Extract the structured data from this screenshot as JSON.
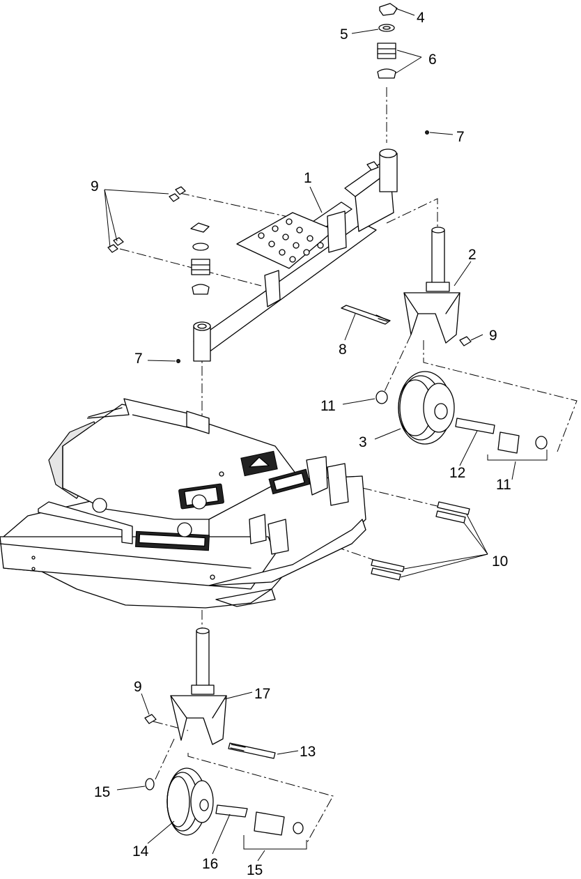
{
  "callouts": [
    {
      "id": "c1",
      "text": "1"
    },
    {
      "id": "c2",
      "text": "2"
    },
    {
      "id": "c3",
      "text": "3"
    },
    {
      "id": "c4",
      "text": "4"
    },
    {
      "id": "c5",
      "text": "5"
    },
    {
      "id": "c6",
      "text": "6"
    },
    {
      "id": "c7a",
      "text": "7"
    },
    {
      "id": "c7b",
      "text": "7"
    },
    {
      "id": "c8",
      "text": "8"
    },
    {
      "id": "c9a",
      "text": "9"
    },
    {
      "id": "c9b",
      "text": "9"
    },
    {
      "id": "c9c",
      "text": "9"
    },
    {
      "id": "c10",
      "text": "10"
    },
    {
      "id": "c11a",
      "text": "11"
    },
    {
      "id": "c11b",
      "text": "11"
    },
    {
      "id": "c12",
      "text": "12"
    },
    {
      "id": "c13",
      "text": "13"
    },
    {
      "id": "c14",
      "text": "14"
    },
    {
      "id": "c15a",
      "text": "15"
    },
    {
      "id": "c15b",
      "text": "15"
    },
    {
      "id": "c16",
      "text": "16"
    },
    {
      "id": "c17",
      "text": "17"
    }
  ]
}
